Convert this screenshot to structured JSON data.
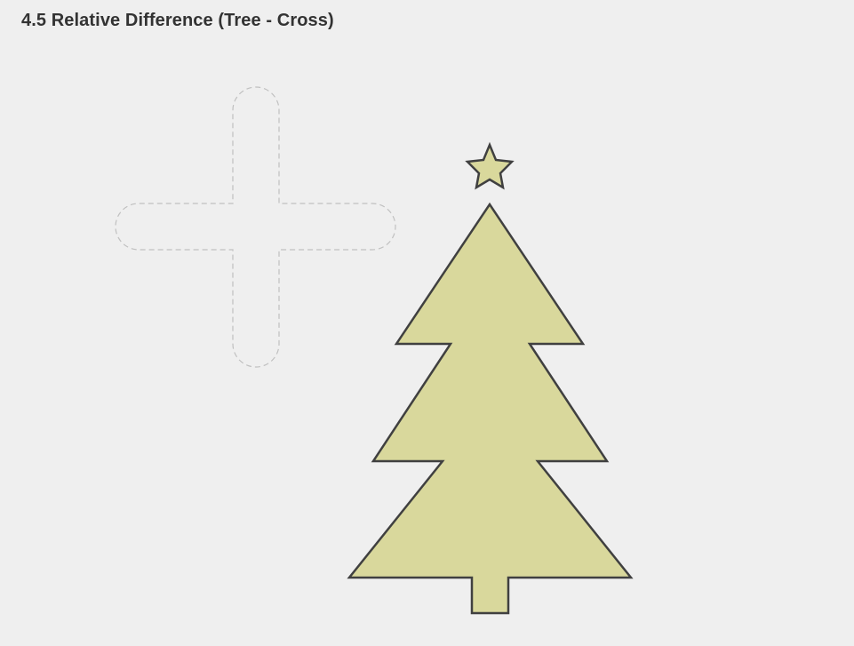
{
  "title": "4.5 Relative Difference (Tree - Cross)",
  "colors": {
    "background": "#efefef",
    "title_text": "#333333",
    "tree_fill": "#d9d89c",
    "tree_stroke": "#404040",
    "cross_outline": "#c0c0c0"
  },
  "shapes": {
    "cross": {
      "role": "subtracted operand",
      "style": "dashed outline"
    },
    "tree": {
      "role": "result",
      "style": "filled"
    },
    "star": {
      "role": "tree topper",
      "style": "filled"
    }
  }
}
